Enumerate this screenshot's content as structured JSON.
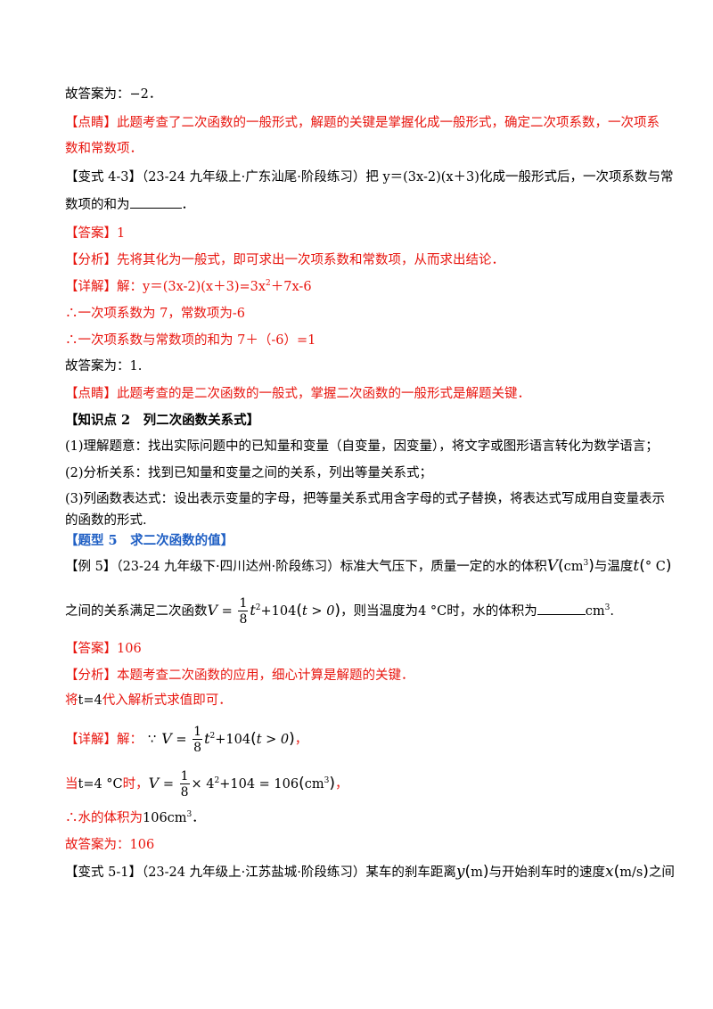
{
  "lines": {
    "l1": "故答案为：−2．",
    "l2a": "【点睛】此题考查了二次函数的一般形式，解题的关键是掌握化成一般形式，确定二次项系数，一次项系",
    "l2b": "数和常数项．",
    "l3a": "【变式 4-3】（23-24 九年级上·广东汕尾·阶段练习）把 y＝(3x-2)(x＋3)化成一般形式后，一次项系数与常",
    "l3b_pre": "数项的和为",
    "l3b_post": "．",
    "l4": "【答案】1",
    "l5": "【分析】先将其化为一般式，即可求出一次项系数和常数项，从而求出结论．",
    "l6_pre": "【详解】解：y＝(3x-2)(x＋3)=3x",
    "l6_sup": "2",
    "l6_post": "＋7x-6",
    "l7": "∴一次项系数为 7，常数项为-6",
    "l8": "∴一次项系数与常数项的和为 7＋（-6）=1",
    "l9": "故答案为：1.",
    "l10": "【点睛】此题考查的是二次函数的一般式，掌握二次函数的一般形式是解题关键．",
    "l11": "【知识点 2　列二次函数关系式】",
    "l12": "(1)理解题意：找出实际问题中的已知量和变量（自变量，因变量），将文字或图形语言转化为数学语言；",
    "l13": "(2)分析关系：找到已知量和变量之间的关系，列出等量关系式；",
    "l14a": "(3)列函数表达式：设出表示变量的字母，把等量关系式用含字母的式子替换，将表达式写成用自变量表示",
    "l14b": "的函数的形式.",
    "l15": "【题型 5　求二次函数的值】",
    "l16_pre": "【例 5】（23-24 九年级下·四川达州·阶段练习）标准大气压下，质量一定的水的体积",
    "l16_V": "V",
    "l16_unit": "cm",
    "l16_unit_sup": "3",
    "l16_mid": "与温度",
    "l16_t": "t",
    "l16_deg": "° C",
    "l17_pre": "之间的关系满足二次函数",
    "l17_frac_num": "1",
    "l17_frac_den": "8",
    "l17_rest": "+104",
    "l17_cond": "t > 0",
    "l17_mid": "，则当温度为",
    "l17_temp": "4 °C",
    "l17_mid2": "时，水的体积为",
    "l17_unit": "cm",
    "l17_unit_sup": "3",
    "l17_end": ".",
    "l18": "【答案】106",
    "l19": "【分析】本题考查二次函数的应用，细心计算是解题的关键．",
    "l20_pre": "将",
    "l20_val": "t=4",
    "l20_post": "代入解析式求值即可．",
    "l21_pre": "【详解】解：",
    "l21_because": "∵",
    "l21_rest": "+104",
    "l21_cond": "t > 0",
    "l22_pre": "当",
    "l22_temp": "t=4 °C",
    "l22_mid": "时，",
    "l22_expr": "× 4",
    "l22_expr2": "+104 = 106",
    "l22_unit": "cm",
    "l22_unit_sup": "3",
    "l23_pre": "∴水的体积为",
    "l23_val": "106cm",
    "l23_sup": "3",
    "l23_post": "．",
    "l24": "故答案为：106",
    "l25_pre": "【变式 5-1】（23-24 九年级上·江苏盐城·阶段练习）某车的刹车距离",
    "l25_y": "y",
    "l25_unit1": "m",
    "l25_mid": "与开始刹车时的速度",
    "l25_x": "x",
    "l25_unit2": "m/s",
    "l25_post": "之间"
  },
  "colors": {
    "red": "#e8160f",
    "blue": "#1f5fc4",
    "black": "#000000"
  }
}
